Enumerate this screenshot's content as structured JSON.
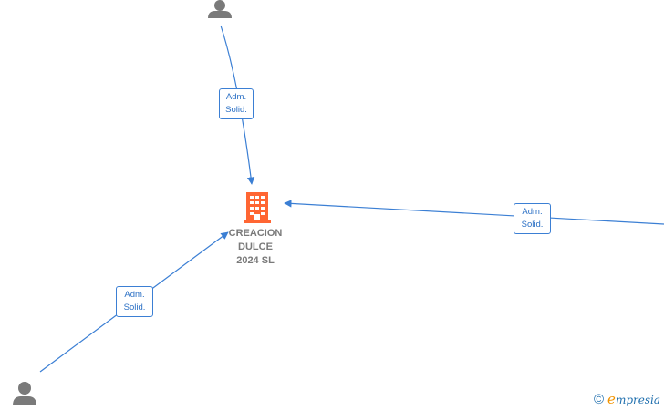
{
  "company": {
    "name": "CREACION\nDULCE\n2024  SL",
    "icon": "building-icon",
    "color": "#ff6633"
  },
  "persons": [
    {
      "icon": "person-icon"
    },
    {
      "icon": "person-icon"
    },
    {
      "icon": "person-icon"
    }
  ],
  "relations": [
    {
      "line1": "Adm.",
      "line2": "Solid."
    },
    {
      "line1": "Adm.",
      "line2": "Solid."
    },
    {
      "line1": "Adm.",
      "line2": "Solid."
    }
  ],
  "colors": {
    "edge": "#3b7fd4",
    "person": "#7a7a7a",
    "label_text": "#2a6fc4"
  },
  "watermark": {
    "copyright": "©",
    "brand_initial": "e",
    "brand_rest": "mpresia"
  }
}
